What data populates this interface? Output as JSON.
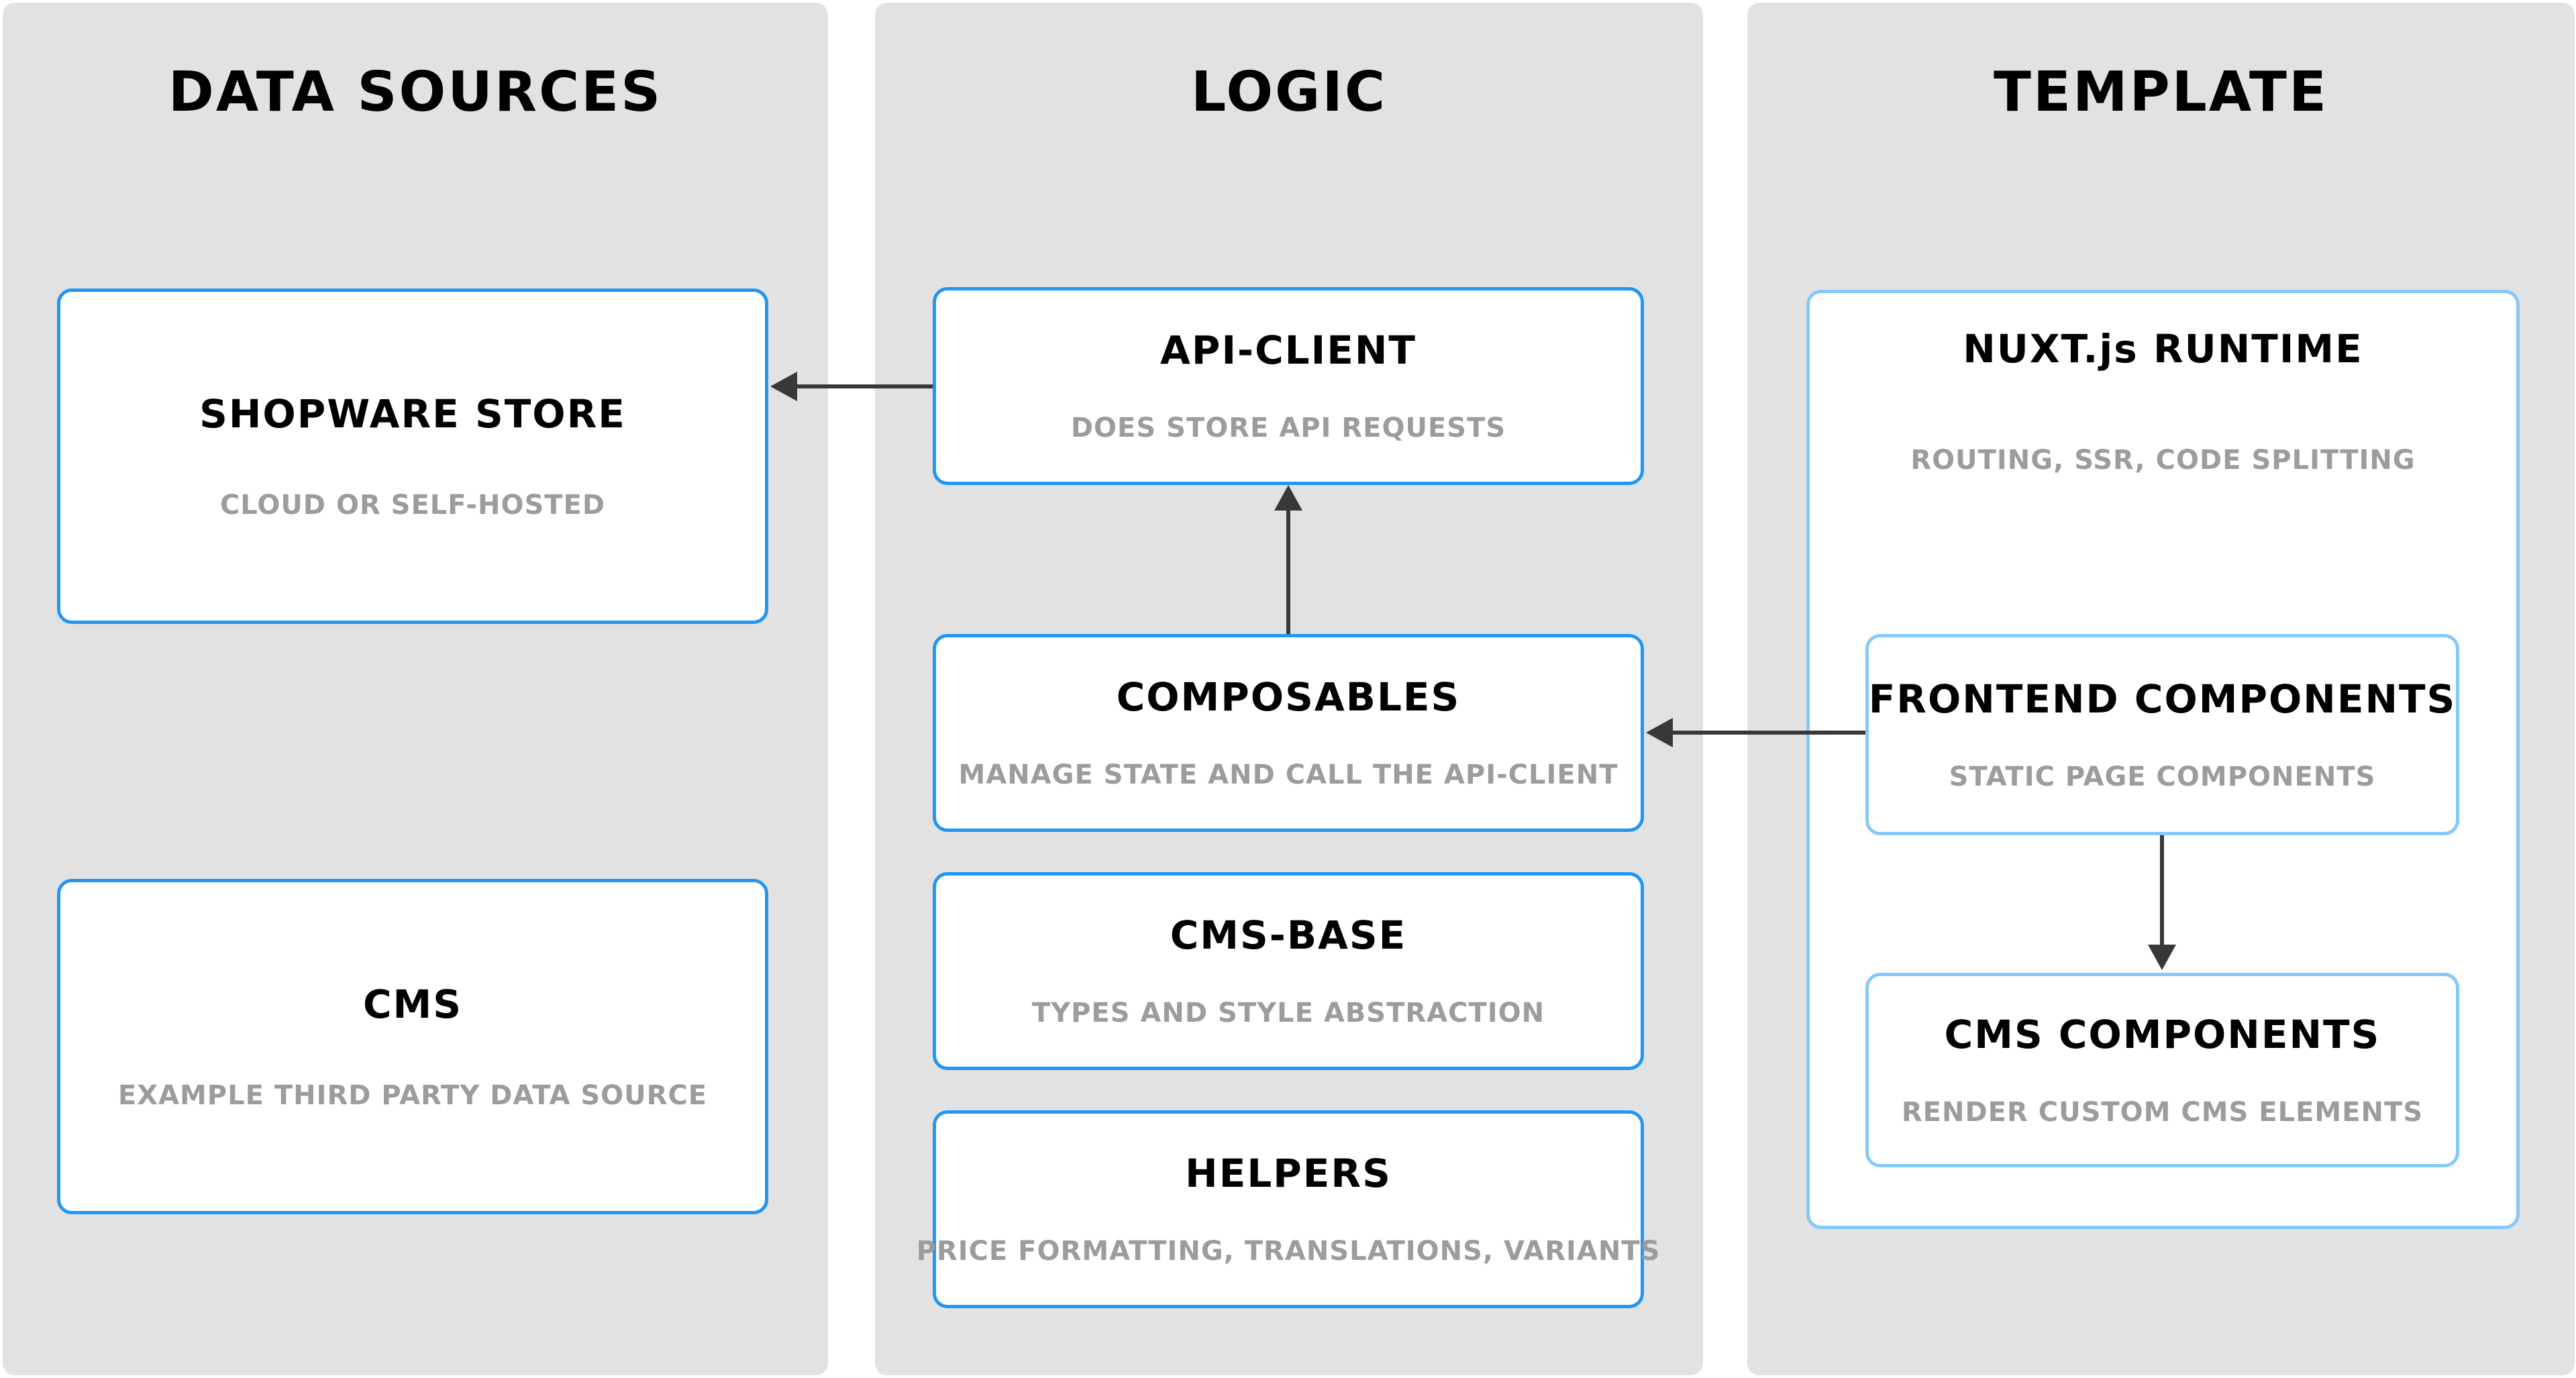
{
  "diagram_title": "Shopware PWA architecture diagram",
  "columns": [
    {
      "id": "data-sources",
      "title": "DATA SOURCES",
      "boxes": [
        {
          "id": "shopware-store",
          "title": "SHOPWARE STORE",
          "subtitle": "CLOUD OR SELF-HOSTED"
        },
        {
          "id": "cms",
          "title": "CMS",
          "subtitle": "EXAMPLE THIRD PARTY DATA SOURCE"
        }
      ]
    },
    {
      "id": "logic",
      "title": "LOGIC",
      "boxes": [
        {
          "id": "api-client",
          "title": "API-CLIENT",
          "subtitle": "DOES STORE API REQUESTS"
        },
        {
          "id": "composables",
          "title": "COMPOSABLES",
          "subtitle": "MANAGE STATE AND CALL THE API-CLIENT"
        },
        {
          "id": "cms-base",
          "title": "CMS-BASE",
          "subtitle": "TYPES AND STYLE ABSTRACTION"
        },
        {
          "id": "helpers",
          "title": "HELPERS",
          "subtitle": "PRICE FORMATTING, TRANSLATIONS, VARIANTS"
        }
      ]
    },
    {
      "id": "template",
      "title": "TEMPLATE",
      "boxes": [
        {
          "id": "nuxt-runtime",
          "title": "NUXT.js RUNTIME",
          "subtitle": "ROUTING, SSR, CODE SPLITTING"
        },
        {
          "id": "frontend-components",
          "title": "FRONTEND COMPONENTS",
          "subtitle": "STATIC PAGE COMPONENTS"
        },
        {
          "id": "cms-components",
          "title": "CMS COMPONENTS",
          "subtitle": "RENDER CUSTOM CMS ELEMENTS"
        }
      ]
    }
  ],
  "edges": [
    {
      "from": "api-client",
      "to": "shopware-store",
      "direction": "left"
    },
    {
      "from": "composables",
      "to": "api-client",
      "direction": "up"
    },
    {
      "from": "frontend-components",
      "to": "composables",
      "direction": "left"
    },
    {
      "from": "frontend-components",
      "to": "cms-components",
      "direction": "down"
    }
  ],
  "colors": {
    "accent_blue": "#2196f3",
    "accent_light_blue": "#85c8fa",
    "column_bg": "#e2e2e2",
    "page_bg": "#ffffff",
    "title_color": "#000000",
    "subtitle_color": "#9c9c9c",
    "arrow_color": "#383838"
  }
}
